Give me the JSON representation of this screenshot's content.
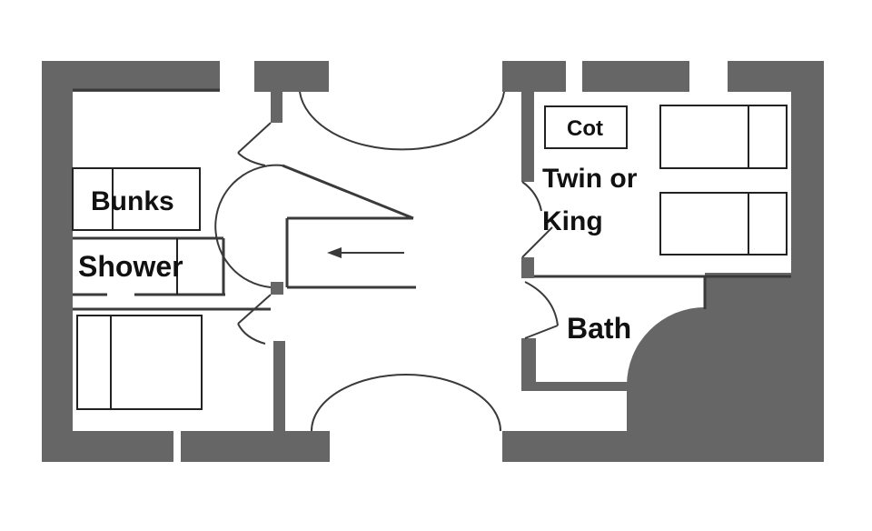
{
  "labels": {
    "bunks": "Bunks",
    "shower": "Shower",
    "cot": "Cot",
    "twin_line1": "Twin or",
    "twin_line2": "King",
    "bath": "Bath"
  },
  "colors": {
    "wall": "#666666",
    "line": "#3a3a3a",
    "background": "#ffffff"
  }
}
